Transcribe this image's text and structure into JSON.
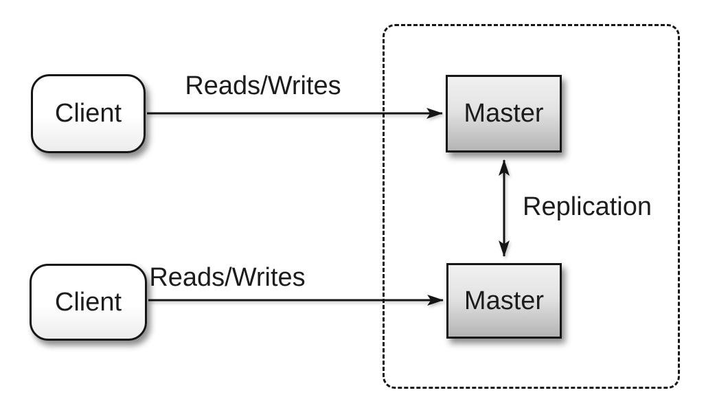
{
  "colors": {
    "stroke": "#151515",
    "text": "#1c1c1c",
    "background": "#ffffff",
    "master_fill_top": "#f1f1f1",
    "master_fill_bottom": "#b4b4b4",
    "client_fill_top": "#ffffff",
    "client_fill_bottom": "#ececec"
  },
  "nodes": {
    "top_client": {
      "label": "Client"
    },
    "bottom_client": {
      "label": "Client"
    },
    "top_master": {
      "label": "Master"
    },
    "bottom_master": {
      "label": "Master"
    }
  },
  "edges": {
    "top_reads_writes": {
      "label": "Reads/Writes"
    },
    "bottom_reads_writes": {
      "label": "Reads/Writes"
    },
    "replication": {
      "label": "Replication"
    }
  }
}
